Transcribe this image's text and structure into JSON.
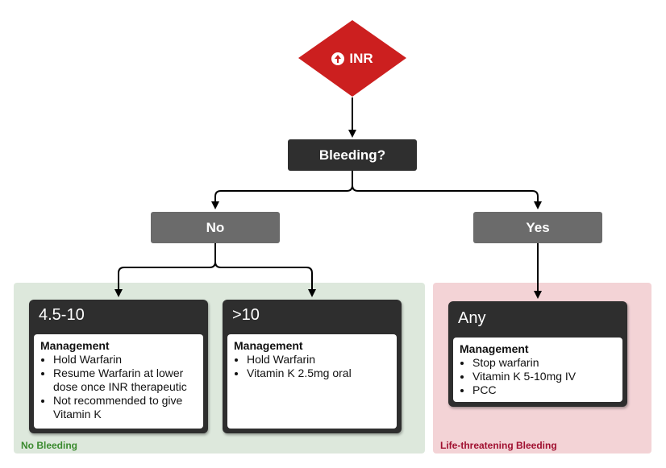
{
  "diagram": {
    "start": {
      "label": "INR",
      "icon": "arrow-up-circle-icon",
      "color": "#cc1f1f"
    },
    "question": {
      "label": "Bleeding?"
    },
    "branches": {
      "no": "No",
      "yes": "Yes"
    },
    "regions": {
      "no_bleeding": {
        "label": "No Bleeding",
        "label_color": "#3a8a2e",
        "bg": "#dde8dc"
      },
      "life_threatening": {
        "label": "Life-threatening Bleeding",
        "label_color": "#a01030",
        "bg": "#f3d3d6"
      }
    },
    "cards": [
      {
        "title": "4.5-10",
        "heading": "Management",
        "items": [
          "Hold Warfarin",
          "Resume Warfarin at lower dose once INR therapeutic",
          "Not recommended to give Vitamin K"
        ]
      },
      {
        "title": ">10",
        "heading": "Management",
        "items": [
          "Hold Warfarin",
          "Vitamin K 2.5mg oral"
        ]
      },
      {
        "title": "Any",
        "heading": "Management",
        "items": [
          "Stop warfarin",
          "Vitamin K 5-10mg IV",
          "PCC"
        ]
      }
    ]
  }
}
